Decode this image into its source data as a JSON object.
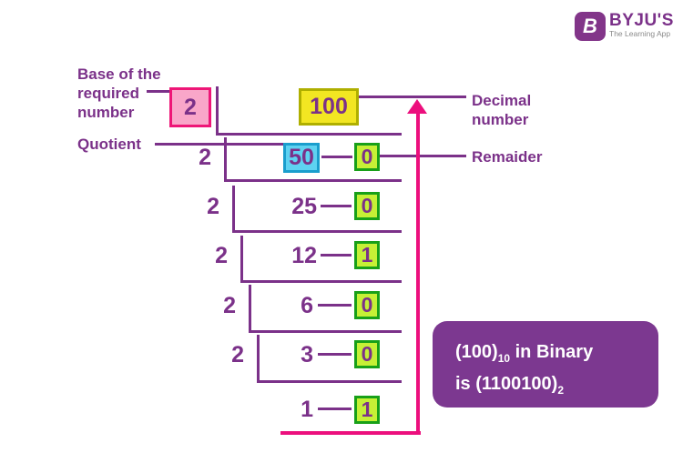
{
  "brand": {
    "badge_letter": "B",
    "name": "BYJU'S",
    "tagline": "The Learning App"
  },
  "labels": {
    "base": "Base of the\nrequired\nnumber",
    "quotient": "Quotient",
    "decimal": "Decimal\nnumber",
    "remainder": "Remaider"
  },
  "conversion": {
    "base": "2",
    "dividend": "100",
    "rows": [
      {
        "divisor": "2",
        "quotient": "50",
        "remainder": "0"
      },
      {
        "divisor": "2",
        "quotient": "25",
        "remainder": "0"
      },
      {
        "divisor": "2",
        "quotient": "12",
        "remainder": "1"
      },
      {
        "divisor": "2",
        "quotient": "6",
        "remainder": "0"
      },
      {
        "divisor": "2",
        "quotient": "3",
        "remainder": "0"
      },
      {
        "quotient": "1",
        "remainder": "1"
      }
    ]
  },
  "result": {
    "line1_main": "(100)",
    "line1_sub": "10",
    "line1_rest": " in Binary",
    "line2_main": "is (1100100)",
    "line2_sub": "2"
  },
  "colors": {
    "purple": "#7B3189",
    "pink_accent": "#EC0F7D",
    "base_box_fill": "#F9A6C9",
    "dividend_box_fill": "#F2E622",
    "quotient_box_fill": "#5ED2F1",
    "remainder_box_fill": "#C6F036",
    "result_box_fill": "#7C3890"
  }
}
